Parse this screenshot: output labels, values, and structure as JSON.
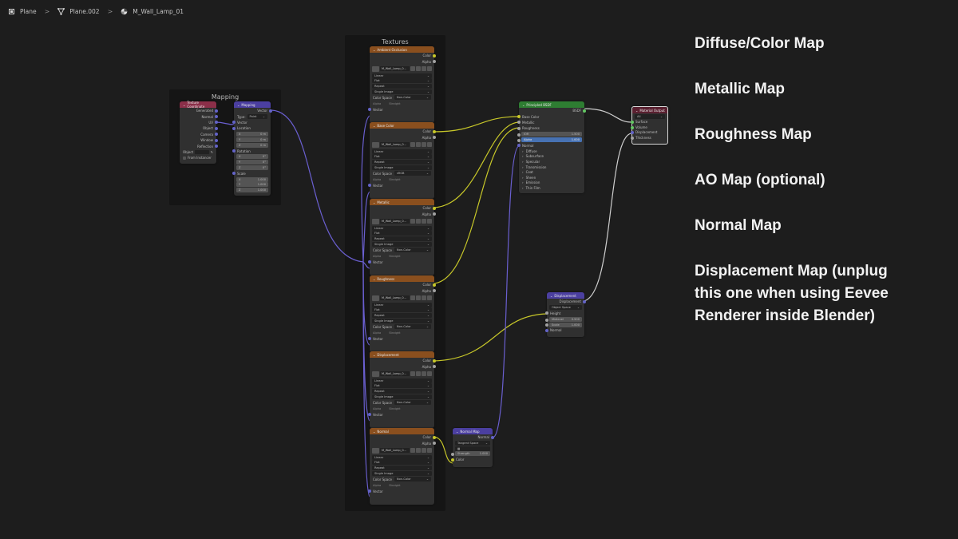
{
  "breadcrumb": {
    "items": [
      {
        "label": "Plane",
        "icon": "object-icon"
      },
      {
        "label": "Plane.002",
        "icon": "mesh-icon"
      },
      {
        "label": "M_Wall_Lamp_01",
        "icon": "material-icon"
      }
    ],
    "separator": ">"
  },
  "frames": {
    "mapping": {
      "title": "Mapping"
    },
    "textures": {
      "title": "Textures"
    }
  },
  "nodes": {
    "tex_coord": {
      "title": "Texture Coordinate",
      "outputs": [
        "Generated",
        "Normal",
        "UV",
        "Object",
        "Camera",
        "Window",
        "Reflection"
      ],
      "object_label": "Object",
      "from_instancer": "From Instancer"
    },
    "mapping": {
      "title": "Mapping",
      "output": "Vector",
      "type_label": "Type:",
      "type_value": "Point",
      "vector_in": "Vector",
      "location_label": "Location",
      "location": [
        {
          "axis": "X",
          "value": "0 m"
        },
        {
          "axis": "Y",
          "value": "0 m"
        },
        {
          "axis": "Z",
          "value": "0 m"
        }
      ],
      "rotation_label": "Rotation",
      "rotation": [
        {
          "axis": "X",
          "value": "0°"
        },
        {
          "axis": "Y",
          "value": "0°"
        },
        {
          "axis": "Z",
          "value": "0°"
        }
      ],
      "scale_label": "Scale",
      "scale": [
        {
          "axis": "X",
          "value": "1.000"
        },
        {
          "axis": "Y",
          "value": "1.000"
        },
        {
          "axis": "Z",
          "value": "1.000"
        }
      ]
    },
    "image_common": {
      "out_color": "Color",
      "out_alpha": "Alpha",
      "image_name": "M_Wall_Lamp_0...",
      "interpolation": "Linear",
      "projection": "Flat",
      "extension": "Repeat",
      "source": "Single Image",
      "color_space_label": "Color Space",
      "alpha_label": "Alpha",
      "vector_in": "Vector"
    },
    "image_textures": [
      {
        "title": "Ambient Occlusion",
        "color_space": "Non-Color",
        "alpha_mode": "Straight"
      },
      {
        "title": "Base Color",
        "color_space": "sRGB",
        "alpha_mode": "Straight"
      },
      {
        "title": "Metallic",
        "color_space": "Non-Color",
        "alpha_mode": "Straight"
      },
      {
        "title": "Roughness",
        "color_space": "Non-Color",
        "alpha_mode": "Straight"
      },
      {
        "title": "Displacement",
        "color_space": "Non-Color",
        "alpha_mode": "Straight"
      },
      {
        "title": "Normal",
        "color_space": "Non-Color",
        "alpha_mode": "Straight"
      }
    ],
    "principled": {
      "title": "Principled BSDF",
      "output": "BSDF",
      "inputs": [
        "Base Color",
        "Metallic",
        "Roughness"
      ],
      "ior": {
        "label": "IOR",
        "value": "1.500"
      },
      "alpha": {
        "label": "Alpha",
        "value": "1.000"
      },
      "normal": "Normal",
      "panels": [
        "Diffuse",
        "Subsurface",
        "Specular",
        "Transmission",
        "Coat",
        "Sheen",
        "Emission",
        "Thin Film"
      ]
    },
    "material_output": {
      "title": "Material Output",
      "target": "All",
      "inputs": [
        "Surface",
        "Volume",
        "Displacement",
        "Thickness"
      ]
    },
    "displacement": {
      "title": "Displacement",
      "output": "Displacement",
      "space": "Object Space",
      "height": "Height",
      "midlevel": {
        "label": "Midlevel",
        "value": "0.500"
      },
      "scale": {
        "label": "Scale",
        "value": "1.000"
      },
      "normal": "Normal"
    },
    "normal_map": {
      "title": "Normal Map",
      "output": "Normal",
      "space": "Tangent Space",
      "strength": {
        "label": "Strength",
        "value": "1.000"
      },
      "color_in": "Color"
    }
  },
  "annotations": [
    "Diffuse/Color Map",
    "Metallic Map",
    "Roughness Map",
    "AO Map (optional)",
    "Normal Map",
    "Displacement Map (unplug",
    "this one when using Eevee",
    "Renderer inside Blender)"
  ],
  "colors": {
    "background": "#1d1d1d",
    "frame": "#151515",
    "node_body": "#303030",
    "header_texture": "#8a4f1e",
    "header_input": "#8b2f49",
    "header_vector": "#4b3fa0",
    "header_shader": "#2e7d32",
    "header_output": "#5a2030",
    "socket_color": "#c7c729",
    "socket_float": "#a1a1a1",
    "socket_vector": "#6363c7",
    "socket_shader": "#63c763",
    "wire_color": "#c7c729",
    "wire_float": "#b5b5b5",
    "wire_vector": "#6a5fd0",
    "wire_shader": "#cfcfcf"
  }
}
